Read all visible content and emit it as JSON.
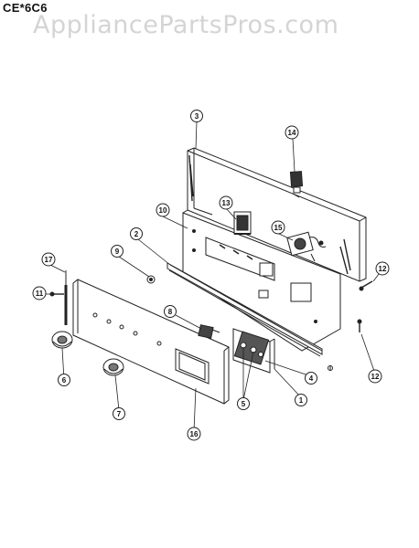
{
  "header": {
    "model_code": "CE*6C6",
    "watermark": "AppliancePartsPros.com"
  },
  "callouts": [
    {
      "id": "callout-1",
      "label": "1"
    },
    {
      "id": "callout-2",
      "label": "2"
    },
    {
      "id": "callout-3",
      "label": "3"
    },
    {
      "id": "callout-4",
      "label": "4"
    },
    {
      "id": "callout-5",
      "label": "5"
    },
    {
      "id": "callout-6",
      "label": "6"
    },
    {
      "id": "callout-7",
      "label": "7"
    },
    {
      "id": "callout-8",
      "label": "8"
    },
    {
      "id": "callout-9",
      "label": "9"
    },
    {
      "id": "callout-10",
      "label": "10"
    },
    {
      "id": "callout-11",
      "label": "11"
    },
    {
      "id": "callout-12a",
      "label": "12"
    },
    {
      "id": "callout-12b",
      "label": "12"
    },
    {
      "id": "callout-13",
      "label": "13"
    },
    {
      "id": "callout-14",
      "label": "14"
    },
    {
      "id": "callout-15",
      "label": "15"
    },
    {
      "id": "callout-16",
      "label": "16"
    },
    {
      "id": "callout-17",
      "label": "17"
    }
  ]
}
